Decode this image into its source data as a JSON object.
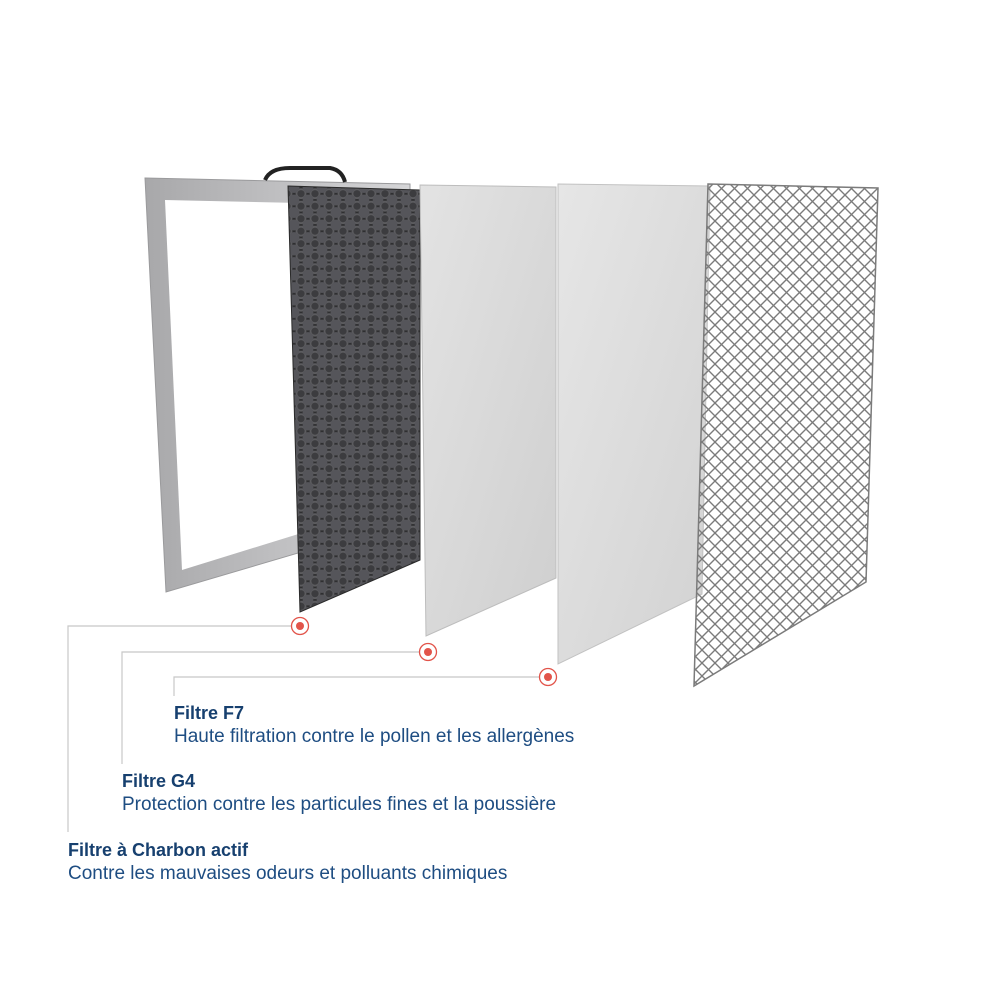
{
  "layers": [
    {
      "id": "charbon",
      "title": "Filtre à Charbon actif",
      "description": "Contre les mauvaises odeurs et polluants chimiques"
    },
    {
      "id": "g4",
      "title": "Filtre G4",
      "description": "Protection contre les particules fines et la poussière"
    },
    {
      "id": "f7",
      "title": "Filtre F7",
      "description": "Haute filtration contre le pollen et les allergènes"
    }
  ],
  "colors": {
    "text_title": "#17406f",
    "text_description": "#1e4d82",
    "callout_line": "#c8c8c8",
    "callout_dot": "#e2544a",
    "frame": "#b9b9bb",
    "carbon": "#3a3a3c",
    "sheet": "#d9d9d9",
    "mesh": "#8a8a8a"
  },
  "icons": [
    "frame-panel",
    "carbon-filter-panel",
    "g4-filter-panel",
    "f7-filter-panel",
    "mesh-prefilter-panel",
    "callout-dot-icon"
  ]
}
